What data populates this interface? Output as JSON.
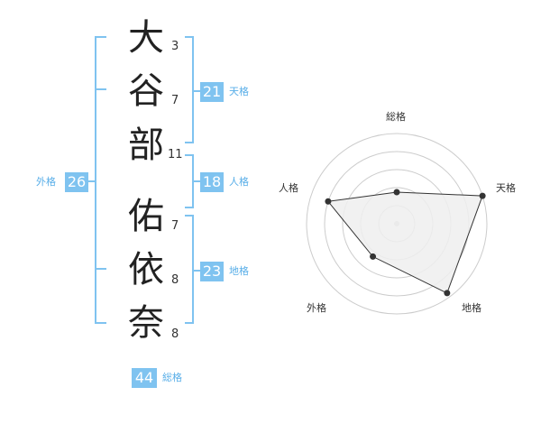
{
  "name": {
    "characters": [
      {
        "char": "大",
        "strokes": "3"
      },
      {
        "char": "谷",
        "strokes": "7"
      },
      {
        "char": "部",
        "strokes": "11"
      },
      {
        "char": "佑",
        "strokes": "7"
      },
      {
        "char": "依",
        "strokes": "8"
      },
      {
        "char": "奈",
        "strokes": "8"
      }
    ]
  },
  "fortunes": {
    "tenkaku": {
      "value": "21",
      "label": "天格"
    },
    "jinkaku": {
      "value": "18",
      "label": "人格"
    },
    "chikaku": {
      "value": "23",
      "label": "地格"
    },
    "gaikaku": {
      "value": "26",
      "label": "外格"
    },
    "soukaku": {
      "value": "44",
      "label": "総格"
    }
  },
  "radar": {
    "axes": [
      "総格",
      "天格",
      "地格",
      "外格",
      "人格"
    ],
    "values": [
      0.35,
      1.0,
      0.95,
      0.45,
      0.8
    ],
    "fill_color": "#eeeeee",
    "line_color": "#333333",
    "grid_color": "#cccccc"
  },
  "colors": {
    "badge": "#7fc3f0",
    "bracket": "#7fc3f0",
    "label": "#58aee8"
  }
}
